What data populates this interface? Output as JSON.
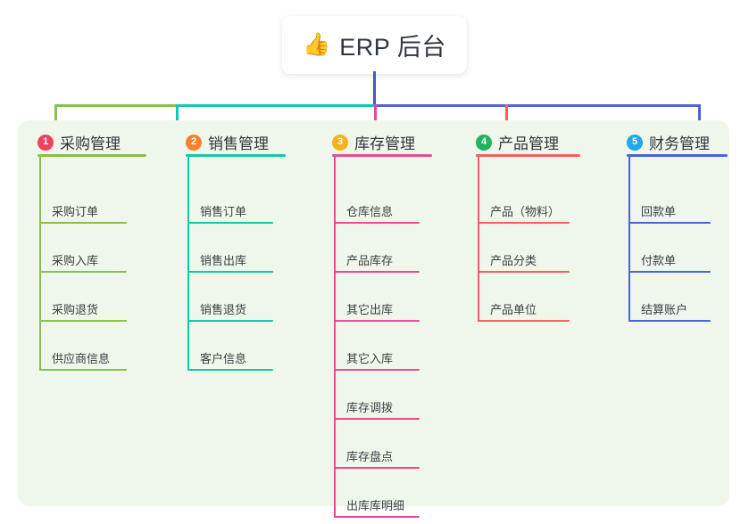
{
  "root": {
    "icon": "thumbs-up-icon",
    "emoji": "👍",
    "title": "ERP 后台"
  },
  "palette": {
    "panel_bg": "#eef7e9",
    "card_bg": "#ffffff",
    "root_stem": "#4458c0",
    "text": "#2f3540"
  },
  "columns": [
    {
      "number": "1",
      "title": "采购管理",
      "color": "#86c04e",
      "badge_color": "#f0425f",
      "items": [
        {
          "label": "采购订单"
        },
        {
          "label": "采购入库"
        },
        {
          "label": "采购退货"
        },
        {
          "label": "供应商信息"
        }
      ]
    },
    {
      "number": "2",
      "title": "销售管理",
      "color": "#12c7b0",
      "badge_color": "#f3822b",
      "items": [
        {
          "label": "销售订单"
        },
        {
          "label": "销售出库"
        },
        {
          "label": "销售退货"
        },
        {
          "label": "客户信息"
        }
      ]
    },
    {
      "number": "3",
      "title": "库存管理",
      "color": "#ec4899",
      "badge_color": "#f5b022",
      "items": [
        {
          "label": "仓库信息"
        },
        {
          "label": "产品库存"
        },
        {
          "label": "其它出库"
        },
        {
          "label": "其它入库"
        },
        {
          "label": "库存调拨"
        },
        {
          "label": "库存盘点"
        },
        {
          "label": "出库库明细"
        }
      ]
    },
    {
      "number": "4",
      "title": "产品管理",
      "color": "#f2605c",
      "badge_color": "#23b260",
      "items": [
        {
          "label": "产品（物料）"
        },
        {
          "label": "产品分类"
        },
        {
          "label": "产品单位"
        }
      ]
    },
    {
      "number": "5",
      "title": "财务管理",
      "color": "#4a63d8",
      "badge_color": "#23a8e8",
      "items": [
        {
          "label": "回款单"
        },
        {
          "label": "付款单"
        },
        {
          "label": "结算账户"
        }
      ]
    }
  ],
  "connectors": {
    "stem_color": "#4458c0",
    "bus_segments": [
      {
        "from": "col1",
        "to": "col2",
        "color": "#86c04e"
      },
      {
        "from": "col2",
        "to": "col3",
        "color": "#12c7b0"
      },
      {
        "from": "col3",
        "to": "col5",
        "color": "#5464cf"
      }
    ]
  }
}
